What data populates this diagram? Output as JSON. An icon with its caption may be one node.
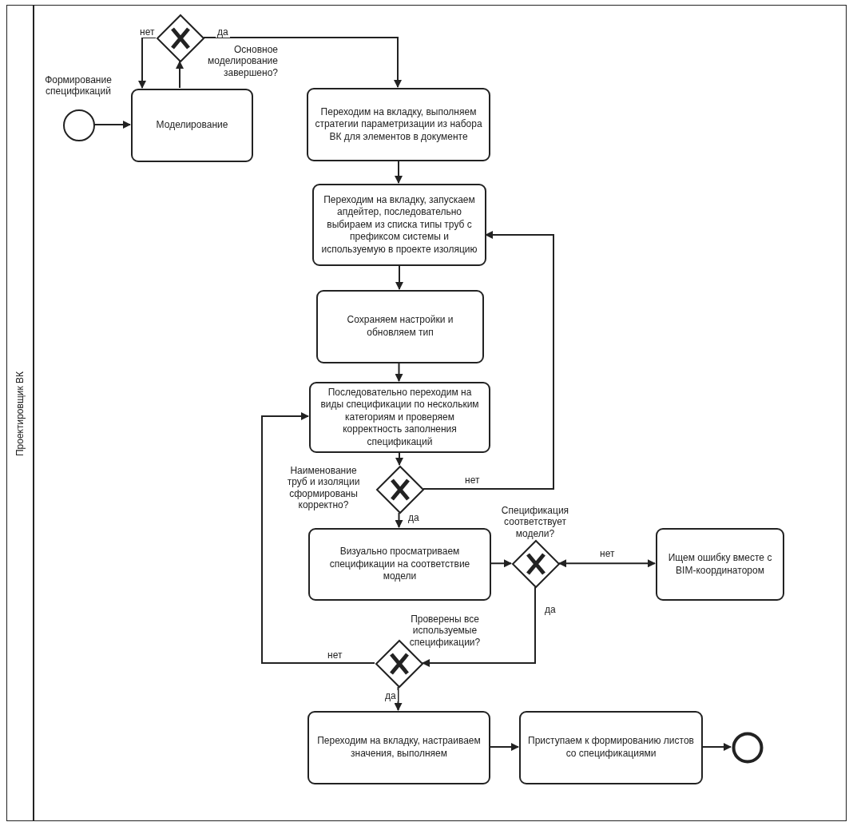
{
  "diagram": {
    "nodes": [
      {
        "text": [
          "Проектировщик ВК"
        ]
      },
      {
        "text": [],
        "shape": "circle",
        "in": 0,
        "beside": [
          "Формирование спецификаций"
        ]
      },
      {
        "text": [
          "Моделирование"
        ],
        "in": 0
      },
      {
        "text": [],
        "shape": "diamond",
        "in": 0,
        "beside": [
          "Основное моделирование завершено?"
        ]
      },
      {
        "text": [
          "Переходим на вкладку, выполняем стратегии параметризации из набора ВК для элементов в документе"
        ],
        "in": 0
      },
      {
        "text": [
          "Переходим на вкладку, запускаем апдейтер, последовательно выбираем из списка типы труб с префиксом системы и используемую в проекте изоляцию"
        ],
        "in": 0
      },
      {
        "text": [
          "Сохраняем настройки и обновляем тип"
        ],
        "in": 0
      },
      {
        "text": [
          "Последовательно переходим на виды спецификации по нескольким категориям и проверяем корректность заполнения спецификаций"
        ],
        "in": 0
      },
      {
        "text": [],
        "shape": "diamond",
        "in": 0,
        "beside": [
          "Наименование труб и изоляции сформированы корректно?"
        ]
      },
      {
        "text": [
          "Визуально просматриваем спецификации на соответствие модели"
        ],
        "in": 0
      },
      {
        "text": [],
        "shape": "diamond",
        "in": 0,
        "beside": [
          "Спецификация соответствует модели?"
        ]
      },
      {
        "text": [
          "Ищем ошибку вместе с BIM-координатором"
        ],
        "in": 0
      },
      {
        "text": [],
        "shape": "diamond",
        "in": 0,
        "beside": [
          "Проверены все используемые спецификации?"
        ]
      },
      {
        "text": [
          "Переходим на вкладку, настраиваем значения, выполняем"
        ],
        "in": 0
      },
      {
        "text": [
          "Приступаем к формированию листов со спецификациями"
        ],
        "in": 0
      },
      {
        "text": [],
        "shape": "circle",
        "in": 0
      }
    ],
    "edges": [
      {
        "from": 1,
        "to": 2,
        "arrow": "to"
      },
      {
        "from": 2,
        "to": 3,
        "arrow": "to"
      },
      {
        "from": 3,
        "to": 2,
        "arrow": "to",
        "label": "нет"
      },
      {
        "from": 3,
        "to": 4,
        "arrow": "to",
        "label": "да"
      },
      {
        "from": 4,
        "to": 5,
        "arrow": "to"
      },
      {
        "from": 5,
        "to": 6,
        "arrow": "to"
      },
      {
        "from": 6,
        "to": 7,
        "arrow": "to"
      },
      {
        "from": 7,
        "to": 8,
        "arrow": "to"
      },
      {
        "from": 8,
        "to": 5,
        "arrow": "to",
        "label": "нет"
      },
      {
        "from": 8,
        "to": 9,
        "arrow": "to",
        "label": "да"
      },
      {
        "from": 9,
        "to": 10,
        "arrow": "to"
      },
      {
        "from": 10,
        "to": 11,
        "arrow": "both",
        "label": "нет"
      },
      {
        "from": 10,
        "to": 12,
        "arrow": "to",
        "label": "да"
      },
      {
        "from": 12,
        "to": 7,
        "arrow": "to",
        "label": "нет"
      },
      {
        "from": 12,
        "to": 13,
        "arrow": "to",
        "label": "да"
      },
      {
        "from": 13,
        "to": 14,
        "arrow": "to"
      },
      {
        "from": 14,
        "to": 15,
        "arrow": "to"
      }
    ]
  }
}
